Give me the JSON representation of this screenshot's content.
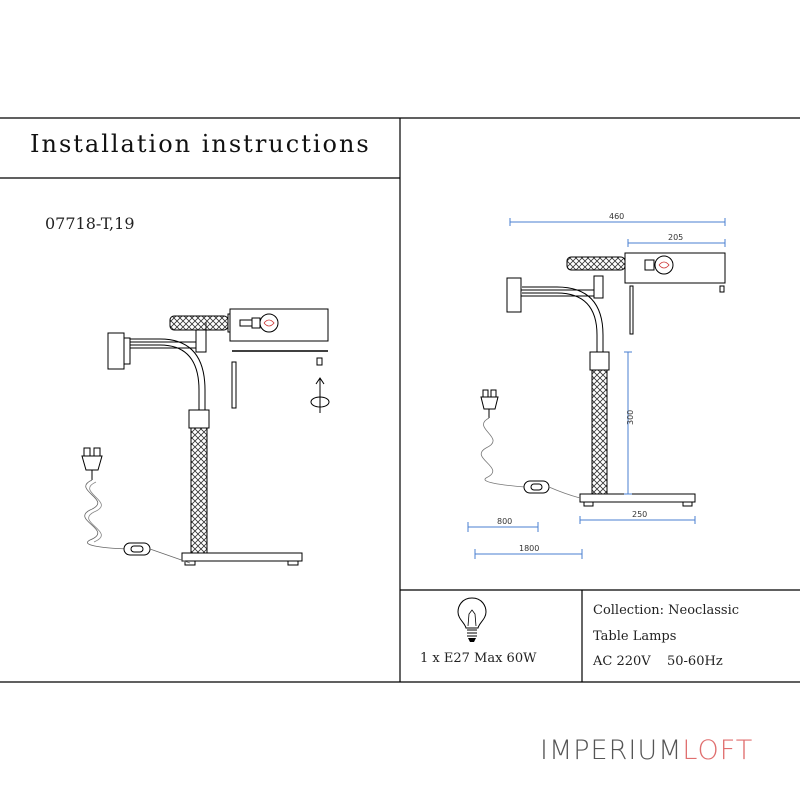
{
  "header": {
    "title": "Installation instructions",
    "model": "07718-T,19"
  },
  "dimensions": {
    "total_width": "460",
    "shade_length": "205",
    "stem_height": "300",
    "base_width": "250",
    "plug_cord": "800",
    "total_cord": "1800"
  },
  "bulb": {
    "label": "1 x E27 Max 60W"
  },
  "specs": {
    "collection": "Collection: Neoclassic",
    "category": "Table Lamps",
    "voltage": "AC 220V",
    "frequency": "50-60Hz"
  },
  "brand": {
    "part1": "IMPERIUM",
    "part2": "LOFT"
  },
  "colors": {
    "line": "#000000",
    "dim_line": "#4a7fd0",
    "brand_gray": "#555555",
    "brand_accent": "#e06f6f"
  }
}
